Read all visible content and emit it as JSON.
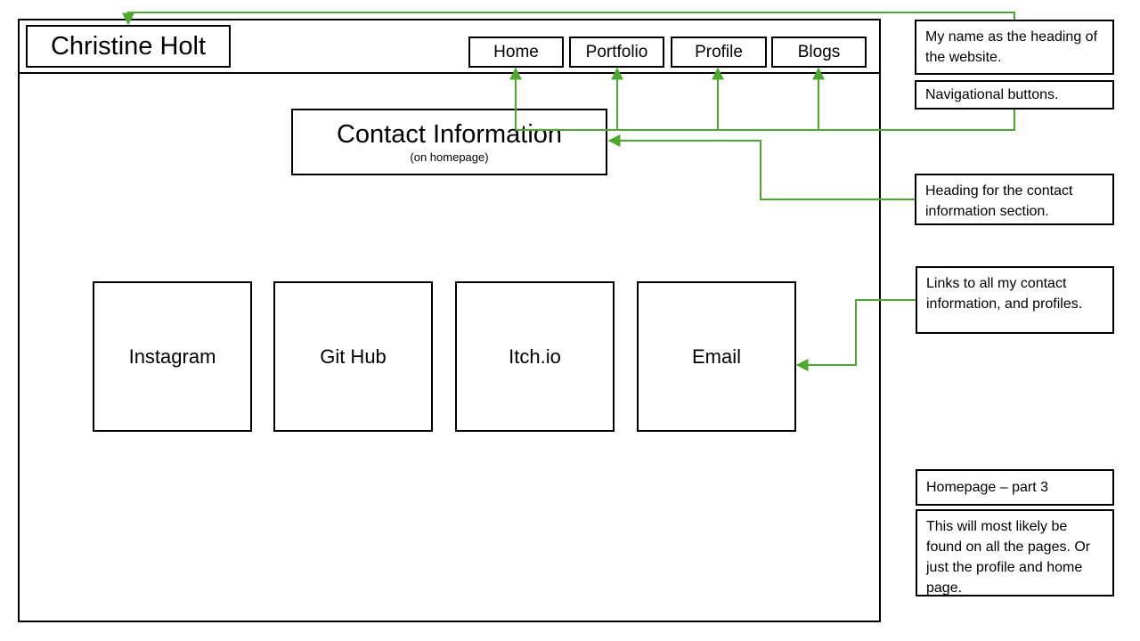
{
  "wireframe": {
    "site_title": "Christine Holt",
    "nav": [
      "Home",
      "Portfolio",
      "Profile",
      "Blogs"
    ],
    "contact_heading": "Contact Information",
    "contact_subheading": "(on homepage)",
    "contact_links": [
      "Instagram",
      "Git Hub",
      "Itch.io",
      "Email"
    ]
  },
  "annotations": {
    "name_heading": "My name as the heading of the website.",
    "nav_buttons": "Navigational buttons.",
    "contact_heading_note": "Heading for the contact information section.",
    "contact_links_note": "Links to all my contact information, and profiles.",
    "page_label": "Homepage – part 3",
    "page_note": "This will most likely be found on all the pages. Or just the profile and home page."
  },
  "colors": {
    "arrow": "#4ea72e",
    "outline": "#000000"
  }
}
